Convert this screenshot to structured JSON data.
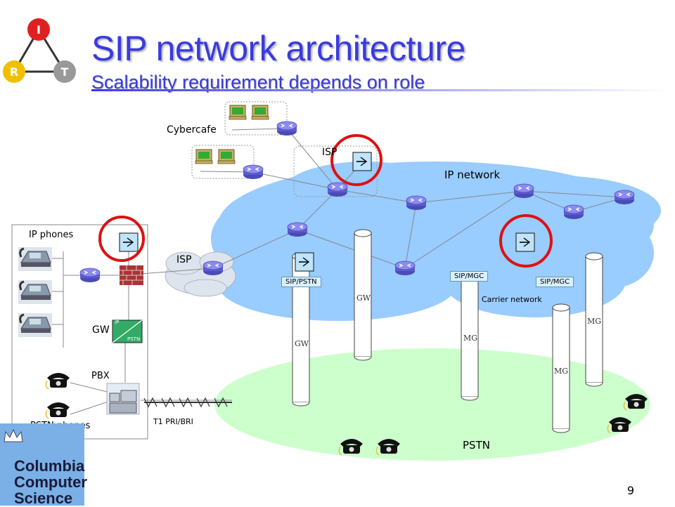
{
  "slide": {
    "title": "SIP network architecture",
    "subtitle": "Scalability requirement depends on role",
    "page_number": "9"
  },
  "logo": {
    "triangle_letters": [
      "I",
      "R",
      "T"
    ],
    "university_lines": [
      "Columbia",
      "Computer",
      "Science"
    ]
  },
  "labels": {
    "cybercafe": "Cybercafe",
    "isp_top": "ISP",
    "ip_network": "IP network",
    "ip_phones": "IP phones",
    "isp_left": "ISP",
    "gw_left": "GW",
    "gw_ip": "IP",
    "gw_pstn": "PSTN",
    "pbx": "PBX",
    "pstn_phones": "PSTN  phones",
    "t1": "T1 PRI/BRI",
    "carrier_network": "Carrier network",
    "pstn": "PSTN",
    "sip_pstn": "SIP/PSTN",
    "sip_mgc_1": "SIP/MGC",
    "sip_mgc_2": "SIP/MGC",
    "gw_1": "GW",
    "gw_2": "GW",
    "mg_1": "MG",
    "mg_2": "MG",
    "mg_3": "MG"
  },
  "colors": {
    "title": "#3a3ae0",
    "ip_cloud": "#99ccff",
    "pstn_cloud": "#ccffcc",
    "highlight_circle": "#dd1111",
    "router": "#6b6be0"
  },
  "icons": [
    "router-icon",
    "sip-server-icon",
    "firewall-icon",
    "gateway-icon",
    "pbx-icon",
    "ip-phone-icon",
    "pstn-phone-icon",
    "computer-icon"
  ]
}
